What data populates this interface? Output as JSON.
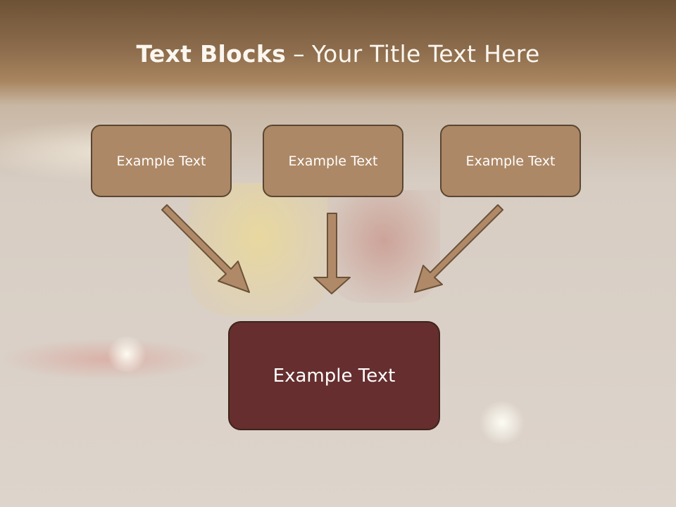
{
  "slide": {
    "title_bold": "Text Blocks",
    "title_dash": "–",
    "title_rest": "Your Title Text Here",
    "blocks": [
      "Example Text",
      "Example Text",
      "Example Text"
    ],
    "main_block": "Example Text"
  },
  "colors": {
    "block_fill": "#ad8866",
    "block_border": "#5a4632",
    "main_block_fill": "#662e2f",
    "arrow_fill": "#b08a68",
    "arrow_stroke": "#6b5238",
    "title_text": "#fbf6ef"
  }
}
